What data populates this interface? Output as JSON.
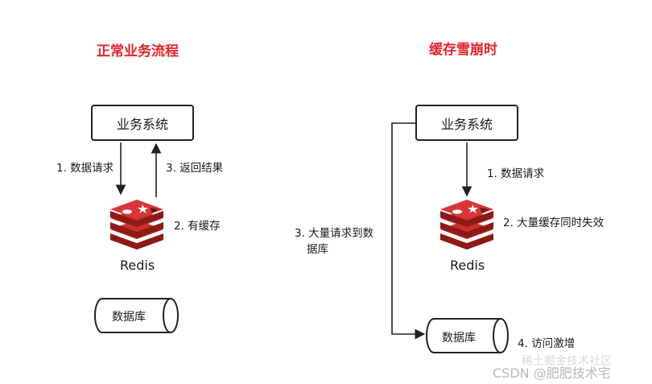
{
  "left": {
    "title": "正常业务流程",
    "system": "业务系统",
    "step1": "1. 数据请求",
    "step2": "2. 有缓存",
    "step3": "3. 返回结果",
    "redis": "Redis",
    "db": "数据库"
  },
  "right": {
    "title": "缓存雪崩时",
    "system": "业务系统",
    "step1": "1. 数据请求",
    "step2": "2. 大量缓存同时失效",
    "step3_line1": "3. 大量请求到数",
    "step3_line2": "据库",
    "step4": "4. 访问激增",
    "redis": "Redis",
    "db": "数据库"
  },
  "watermark": {
    "text": "CSDN @肥肥技术宅",
    "faint": "稀土掘金技术社区"
  },
  "colors": {
    "title_red": "#e8232a",
    "redis_red": "#c9302c",
    "redis_dark": "#8e1a17",
    "line": "#222222"
  },
  "icons": [
    "redis-icon",
    "database-icon",
    "arrow-icon"
  ]
}
